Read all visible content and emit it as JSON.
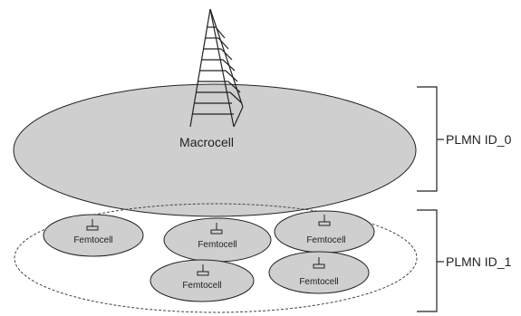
{
  "macrocell": {
    "label": "Macrocell"
  },
  "femtocell_label": "Femtocell",
  "femtocells": [
    {
      "label": "Femtocell"
    },
    {
      "label": "Femtocell"
    },
    {
      "label": "Femtocell"
    },
    {
      "label": "Femtocell"
    },
    {
      "label": "Femtocell"
    }
  ],
  "plmn": [
    {
      "label": "PLMN ID_0"
    },
    {
      "label": "PLMN ID_1"
    }
  ],
  "colors": {
    "cell_fill": "#cfcfcf",
    "stroke": "#222222"
  }
}
